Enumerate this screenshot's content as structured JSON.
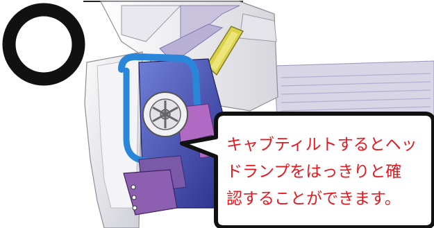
{
  "callout": {
    "lines": [
      "キャブティルトするとヘッ",
      "ドランプをはっきりと確",
      "認することができます。"
    ]
  },
  "marks": {
    "correct_mark": "circle (maru / OK mark)"
  },
  "colors": {
    "callout_text": "#e8171e",
    "callout_border": "#111111",
    "correct_mark": "#111111",
    "cab_body": "#f2f2f4",
    "chassis_purple": "#7a5aa8",
    "pipe_blue": "#2a86d8",
    "headlamp_yellow": "#d9d24a"
  }
}
